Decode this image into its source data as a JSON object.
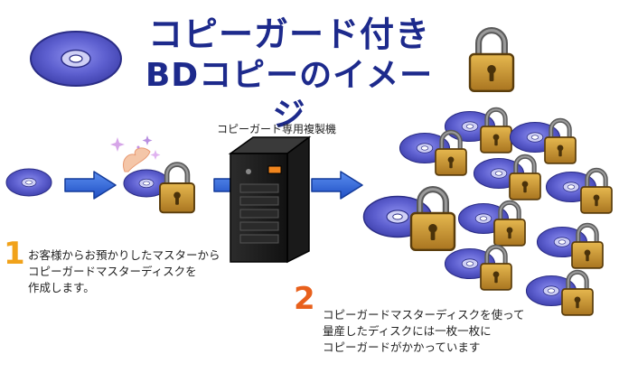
{
  "header": {
    "title_line1": "コピーガード付き",
    "title_line2": "BDコピーのイメージ"
  },
  "machine": {
    "label": "コピーガード専用複製機"
  },
  "steps": [
    {
      "number": "1",
      "lines": [
        "お客様からお預かりしたマスターから",
        "コピーガードマスターディスクを",
        "作成します。"
      ]
    },
    {
      "number": "2",
      "lines": [
        "コピーガードマスターディスクを使って",
        "量産したディスクには一枚一枚に",
        "コピーガードがかかっています"
      ]
    }
  ],
  "icons": {
    "disc": "disc-icon",
    "padlock": "padlock-icon",
    "arrow": "arrow-right-icon",
    "sparkle": "sparkle-icon",
    "server": "duplicator-machine-icon"
  },
  "colors": {
    "title": "#1d2a8c",
    "arrow": "#2a5fd8",
    "disc": "#5d5fcf",
    "lock_body": "#c9952f",
    "step1": "#f1a21a",
    "step2": "#e8601c"
  }
}
